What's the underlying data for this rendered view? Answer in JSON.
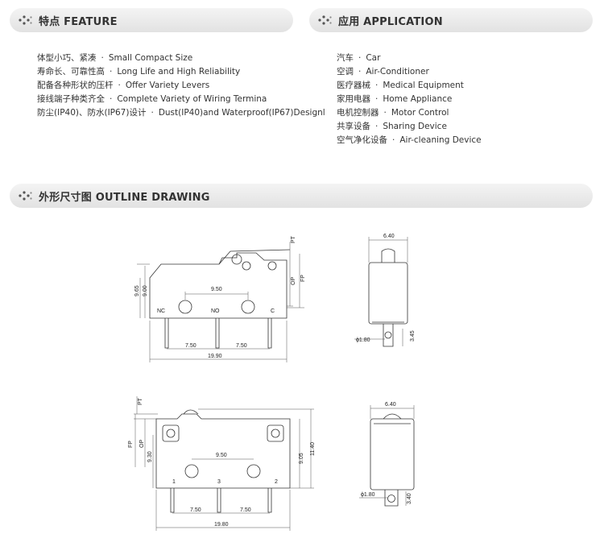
{
  "feature": {
    "title": "特点 FEATURE",
    "items": [
      {
        "cn": "体型小巧、紧凑",
        "sep": "·",
        "en": "Small Compact Size"
      },
      {
        "cn": "寿命长、可靠性高",
        "sep": "·",
        "en": "Long Life and High Reliability"
      },
      {
        "cn": "配备各种形状的压杆",
        "sep": "·",
        "en": "Offer Variety Levers"
      },
      {
        "cn": "接线端子种类齐全",
        "sep": "·",
        "en": "Complete Variety of Wiring Termina"
      },
      {
        "cn": "防尘(IP40)、防水(IP67)设计",
        "sep": "·",
        "en": "Dust(IP40)and Waterproof(IP67)Designl"
      }
    ]
  },
  "application": {
    "title": "应用 APPLICATION",
    "items": [
      {
        "cn": "汽车",
        "sep": "·",
        "en": "Car"
      },
      {
        "cn": "空调",
        "sep": "·",
        "en": "Air-Conditioner"
      },
      {
        "cn": "医疗器械",
        "sep": "·",
        "en": "Medical Equipment"
      },
      {
        "cn": "家用电器",
        "sep": "·",
        "en": "Home Appliance"
      },
      {
        "cn": "电机控制器",
        "sep": "·",
        "en": "Motor Control"
      },
      {
        "cn": "共享设备",
        "sep": "·",
        "en": "Sharing Device"
      },
      {
        "cn": "空气净化设备",
        "sep": "·",
        "en": "Air-cleaning Device"
      }
    ]
  },
  "outline": {
    "title": "外形尺寸图 OUTLINE DRAWING",
    "drawing1": {
      "height_a": "9.65",
      "height_b": "9.00",
      "pitch_top": "9.50",
      "pitch_left": "7.50",
      "pitch_right": "7.50",
      "width": "19.90",
      "pt": "PT",
      "op": "OP",
      "fp": "FP",
      "term_nc": "NC",
      "term_no": "NO",
      "term_c": "C"
    },
    "side1": {
      "width": "6.40",
      "hole": "ϕ1.80",
      "hole_offset": "3.45"
    },
    "drawing2": {
      "pt": "PT",
      "fp": "FP",
      "op": "OP",
      "height_left": "9.30",
      "pitch_top": "9.50",
      "height_right_a": "9.05",
      "height_right_b": "11.40",
      "term_1": "1",
      "term_3": "3",
      "term_2": "2",
      "pitch_left": "7.50",
      "pitch_right": "7.50",
      "width": "19.80"
    },
    "side2": {
      "width": "6.40",
      "hole": "ϕ1.80",
      "hole_offset": "3.40"
    }
  }
}
